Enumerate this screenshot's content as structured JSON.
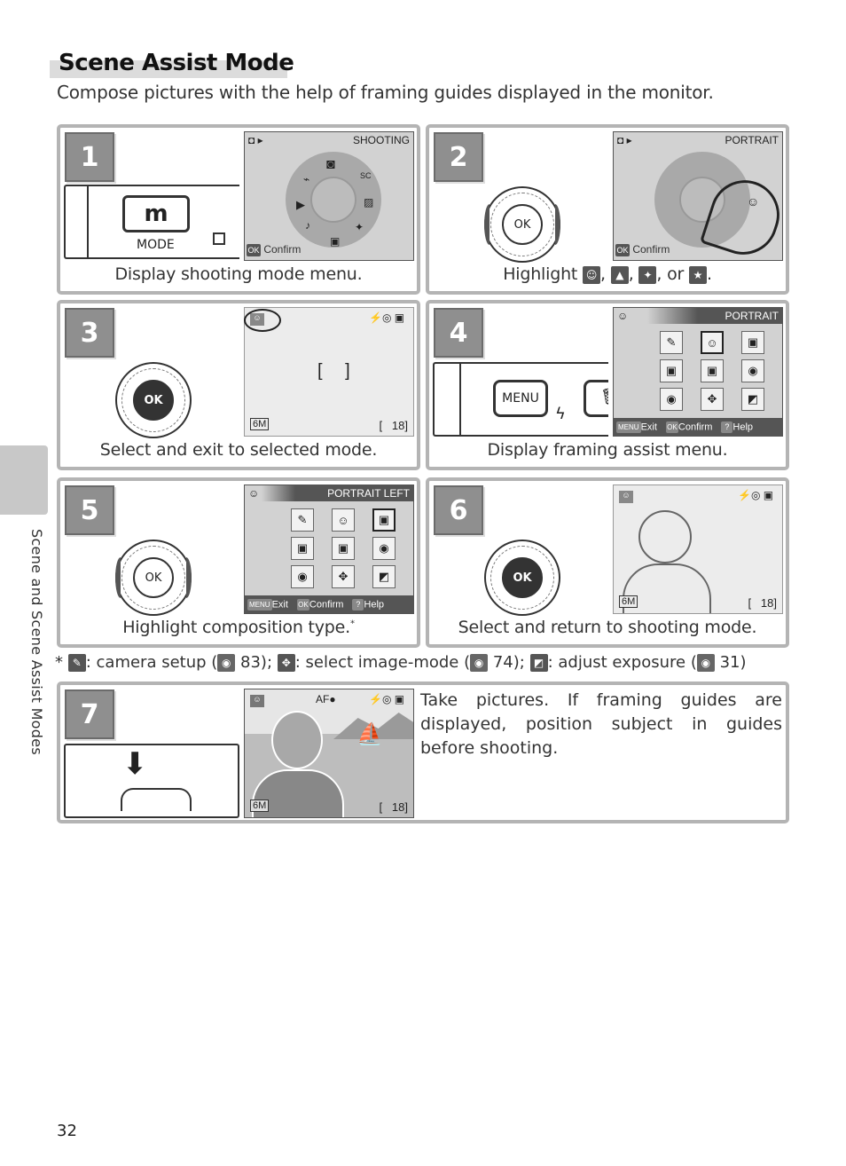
{
  "page": {
    "title": "Scene Assist Mode",
    "subtitle": "Compose pictures with the help of framing guides displayed in the monitor.",
    "side_label": "Scene and Scene Assist Modes",
    "page_number": "32"
  },
  "steps": [
    {
      "number": "1",
      "caption": "Display shooting mode menu.",
      "button_label": "MODE",
      "screen_header": "SHOOTING",
      "screen_footer": "Confirm",
      "footer_key": "OK"
    },
    {
      "number": "2",
      "caption_prefix": "Highlight",
      "caption_sep1": ",",
      "caption_sep2": ",",
      "caption_sep3": ", or",
      "caption_end": ".",
      "screen_header": "PORTRAIT",
      "screen_footer": "Confirm",
      "footer_key": "OK",
      "dial_label": "OK"
    },
    {
      "number": "3",
      "caption": "Select and exit to selected mode.",
      "dial_label": "OK",
      "frames_counter": "18",
      "focus_brackets": "[ ]",
      "size_label": "6M"
    },
    {
      "number": "4",
      "caption": "Display framing assist menu.",
      "button_label": "MENU",
      "screen_header": "PORTRAIT",
      "footer_exit": "Exit",
      "footer_confirm": "Confirm",
      "footer_help": "Help",
      "menu_key": "MENU",
      "ok_key": "OK",
      "help_key": "?"
    },
    {
      "number": "5",
      "caption": "Highlight composition type.",
      "caption_mark": "*",
      "dial_label": "OK",
      "screen_header": "PORTRAIT LEFT",
      "footer_exit": "Exit",
      "footer_confirm": "Confirm",
      "footer_help": "Help",
      "menu_key": "MENU",
      "ok_key": "OK",
      "help_key": "?"
    },
    {
      "number": "6",
      "caption": "Select and return to shooting mode.",
      "dial_label": "OK",
      "frames_counter": "18",
      "size_label": "6M"
    },
    {
      "number": "7",
      "text": "Take pictures. If framing guides are displayed, position subject in guides before shooting.",
      "frames_counter": "18",
      "size_label": "6M",
      "af_label": "AF"
    }
  ],
  "footnote": {
    "mark": "*",
    "part1": ": camera setup (",
    "ref1": "83);",
    "part2": ": select image-mode (",
    "ref2": "74);",
    "part3": ": adjust exposure (",
    "ref3": "31)"
  },
  "icons": [
    "portrait-icon",
    "landscape-icon",
    "sports-icon",
    "night-portrait-icon",
    "wrench-icon",
    "image-mode-icon",
    "exposure-icon",
    "reference-icon"
  ]
}
